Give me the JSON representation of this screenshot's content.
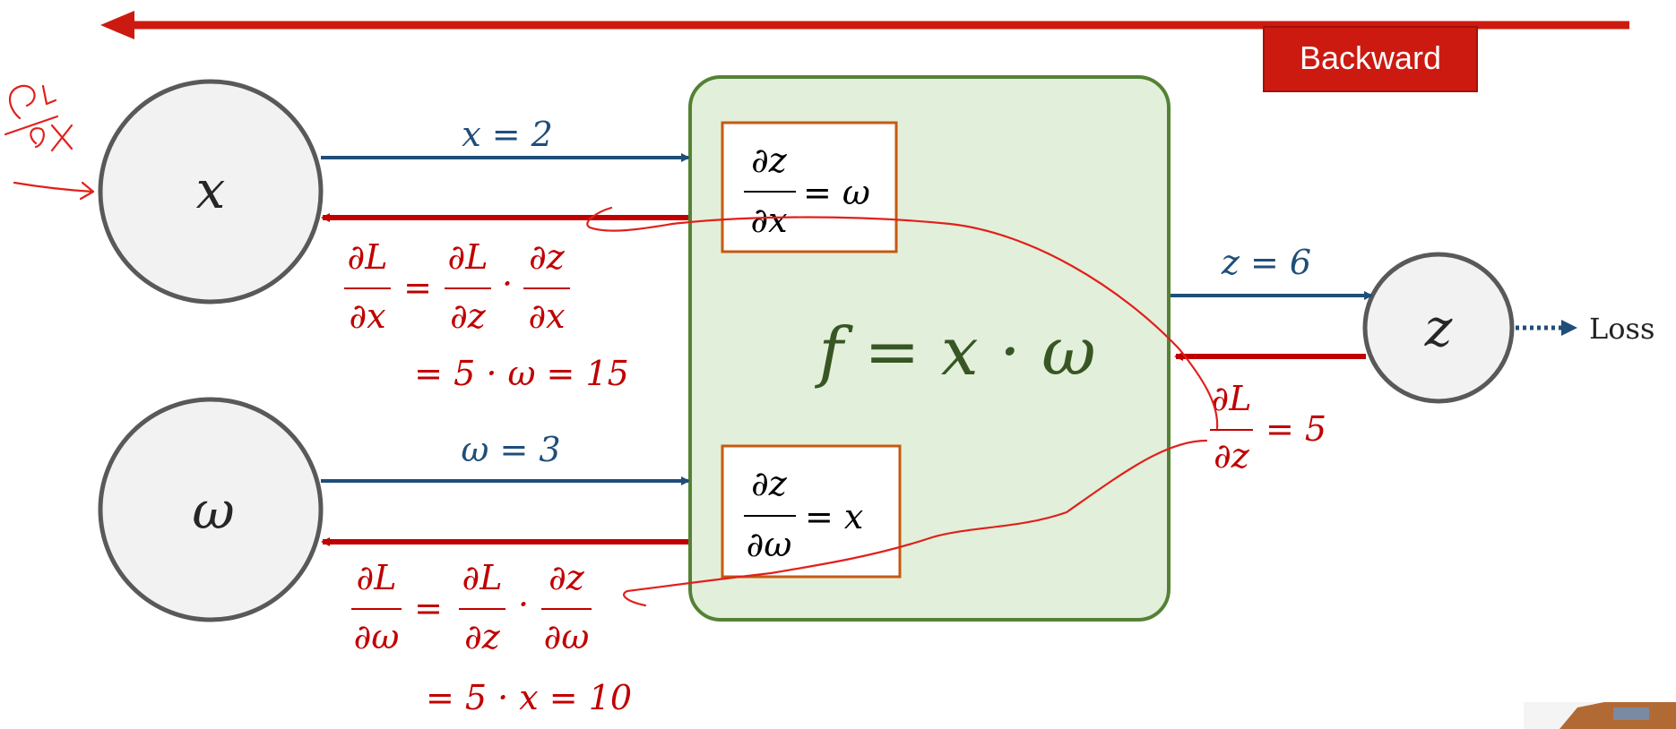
{
  "header": {
    "direction_label": "Backward",
    "colors": {
      "banner": "#cc1a10",
      "forward": "#1f4e79",
      "backward": "#c00000",
      "gate_fill": "#e2efda",
      "gate_border": "#548235"
    }
  },
  "nodes": {
    "x": {
      "symbol": "x"
    },
    "w": {
      "symbol": "ω"
    },
    "z": {
      "symbol": "z"
    },
    "loss_label": "Loss"
  },
  "forward": {
    "x_value": "x = 2",
    "w_value": "ω = 3",
    "z_value": "z = 6"
  },
  "gate": {
    "function": "f = x · ω",
    "local_grad_x": {
      "num": "∂z",
      "den": "∂x",
      "rhs": "= ω"
    },
    "local_grad_w": {
      "num": "∂z",
      "den": "∂ω",
      "rhs": "= x"
    }
  },
  "backward": {
    "dLdz": {
      "num": "∂L",
      "den": "∂z",
      "rhs": "= 5"
    },
    "dLdx": {
      "lhs_num": "∂L",
      "lhs_den": "∂x",
      "m1_num": "∂L",
      "m1_den": "∂z",
      "m2_num": "∂z",
      "m2_den": "∂x",
      "result": "= 5 · ω = 15"
    },
    "dLdw": {
      "lhs_num": "∂L",
      "lhs_den": "∂ω",
      "m1_num": "∂L",
      "m1_den": "∂z",
      "m2_num": "∂z",
      "m2_den": "∂ω",
      "result": "= 5 · x = 10"
    }
  }
}
